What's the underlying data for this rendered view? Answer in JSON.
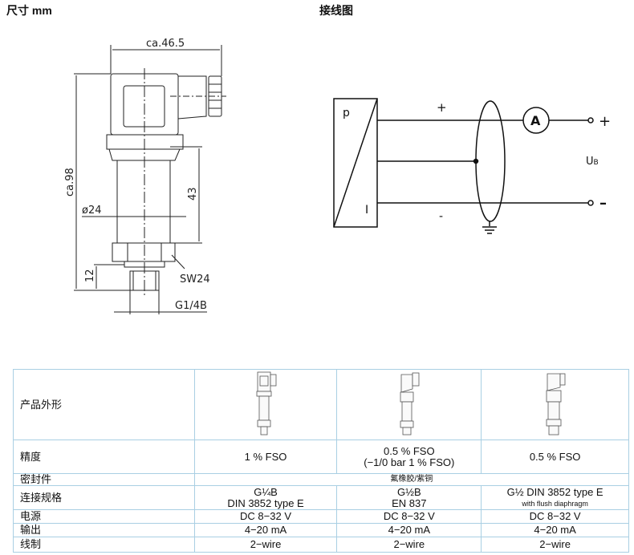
{
  "headings": {
    "dimensions": "尺寸 mm",
    "wiring": "接线图"
  },
  "dimension_drawing": {
    "width": "ca.46.5",
    "height": "ca.98",
    "body_length": "43",
    "diameter": "ø24",
    "thread_length": "12",
    "wrench": "SW24",
    "thread": "G1/4B"
  },
  "wiring_diagram": {
    "p": "p",
    "i": "I",
    "plus_wire": "+",
    "minus_wire": "-",
    "ammeter": "A",
    "supply": "U",
    "supply_sub": "B",
    "term_plus": "+",
    "term_minus": "–"
  },
  "table": {
    "rows": [
      {
        "label": "产品外形"
      },
      {
        "label": "精度",
        "c1": "1 % FSO",
        "c2a": "0.5 % FSO",
        "c2b": "(−1/0 bar 1 % FSO)",
        "c3": "0.5 % FSO"
      },
      {
        "label": "密封件",
        "span": "氟橡胶/紫铜"
      },
      {
        "label": "连接规格",
        "c1a": "G¼B",
        "c1b": "DIN 3852 type E",
        "c2a": "G½B",
        "c2b": "EN 837",
        "c3a": "G½ DIN 3852 type E",
        "c3b": "with flush diaphragm"
      },
      {
        "label": "电源",
        "c1": "DC 8−32 V",
        "c2": "DC 8−32 V",
        "c3": "DC 8−32 V"
      },
      {
        "label": "输出",
        "c1": "4−20 mA",
        "c2": "4−20 mA",
        "c3": "4−20 mA"
      },
      {
        "label": "线制",
        "c1": "2−wire",
        "c2": "2−wire",
        "c3": "2−wire"
      }
    ]
  }
}
